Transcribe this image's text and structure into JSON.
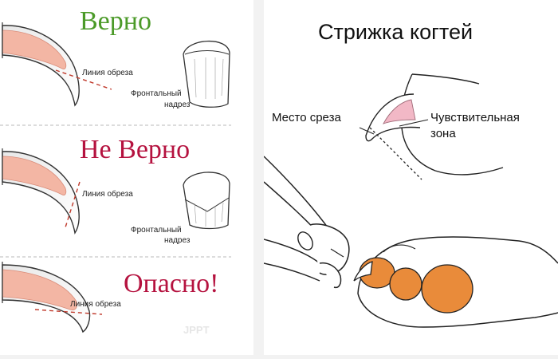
{
  "left": {
    "sections": [
      {
        "heading": "Верно",
        "heading_color": "#4b9a28",
        "cut_label": "Линия обреза",
        "frontal_label_1": "Фронтальный",
        "frontal_label_2": "надрез"
      },
      {
        "heading": "Не Верно",
        "heading_color": "#b5123f",
        "cut_label": "Линия обреза",
        "frontal_label_1": "Фронтальный",
        "frontal_label_2": "надрез"
      },
      {
        "heading": "Опасно!",
        "heading_color": "#b5123f",
        "cut_label": "Линия обреза"
      }
    ],
    "watermark": "JPPT"
  },
  "right": {
    "title": "Стрижка когтей",
    "cut_place_label": "Место среза",
    "sensitive_label_1": "Чувствительная",
    "sensitive_label_2": "зона"
  },
  "colors": {
    "quick_pink": "#f3b6a4",
    "cut_line_red": "#c0392b",
    "paw_pad_orange": "#e98b3a",
    "divider_gray": "#b9b9b9"
  }
}
